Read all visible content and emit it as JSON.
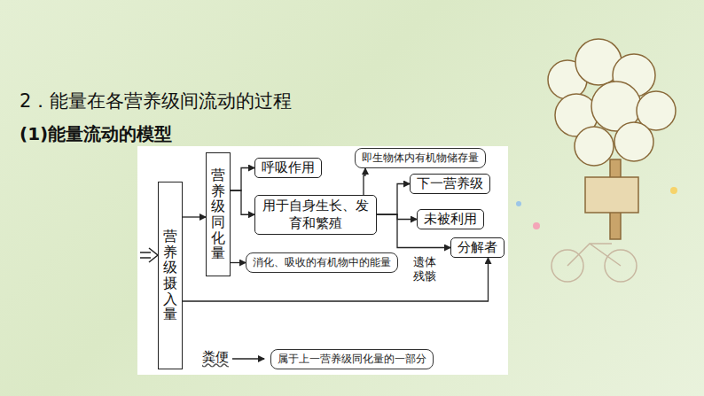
{
  "diagram": {
    "title": "2．能量在各营养级间流动的过程",
    "nodes": [
      {
        "text": [
          "营养级摄入量"
        ]
      },
      {
        "text": [
          "营养级同化量"
        ]
      },
      {
        "text": [
          "呼吸作用"
        ]
      },
      {
        "text": [
          "用于自身生长、发育和繁殖"
        ]
      },
      {
        "text": [
          "下一营养级"
        ]
      },
      {
        "text": [
          "未被利用"
        ]
      },
      {
        "text": [
          "分解者"
        ]
      },
      {
        "text": [
          "即生物体内有机物储存量"
        ]
      },
      {
        "text": [
          "消化、吸收的有机物中的能量"
        ]
      },
      {
        "text": [
          "属于上一营养级同化量的一部分"
        ]
      }
    ],
    "edges": [
      {
        "from": 0,
        "to": 1,
        "arrow": "to"
      },
      {
        "from": 1,
        "to": 2,
        "arrow": "to"
      },
      {
        "from": 1,
        "to": 3,
        "arrow": "to"
      },
      {
        "from": 3,
        "to": 4,
        "arrow": "to"
      },
      {
        "from": 3,
        "to": 5,
        "arrow": "to"
      },
      {
        "from": 3,
        "to": 6,
        "arrow": "to"
      },
      {
        "from": 0,
        "to": 6,
        "arrow": "to"
      },
      {
        "from": 3,
        "to": 7,
        "arrow": "to"
      },
      {
        "from": 1,
        "to": 8,
        "arrow": "to"
      }
    ],
    "labels": [
      "(1)能量流动的模型",
      "粪便",
      "遗体残骸"
    ]
  }
}
